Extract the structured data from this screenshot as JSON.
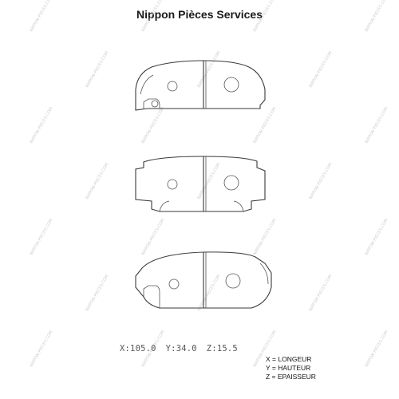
{
  "brand": "Nippon Pièces Services",
  "watermark": "NIPPON-PIECES.COM",
  "dimensions": [
    {
      "key": "X",
      "value": "105.0"
    },
    {
      "key": "Y",
      "value": "34.0"
    },
    {
      "key": "Z",
      "value": "15.5"
    }
  ],
  "legend": [
    "X = LONGEUR",
    "Y = HAUTEUR",
    "Z = EPAISSEUR"
  ]
}
